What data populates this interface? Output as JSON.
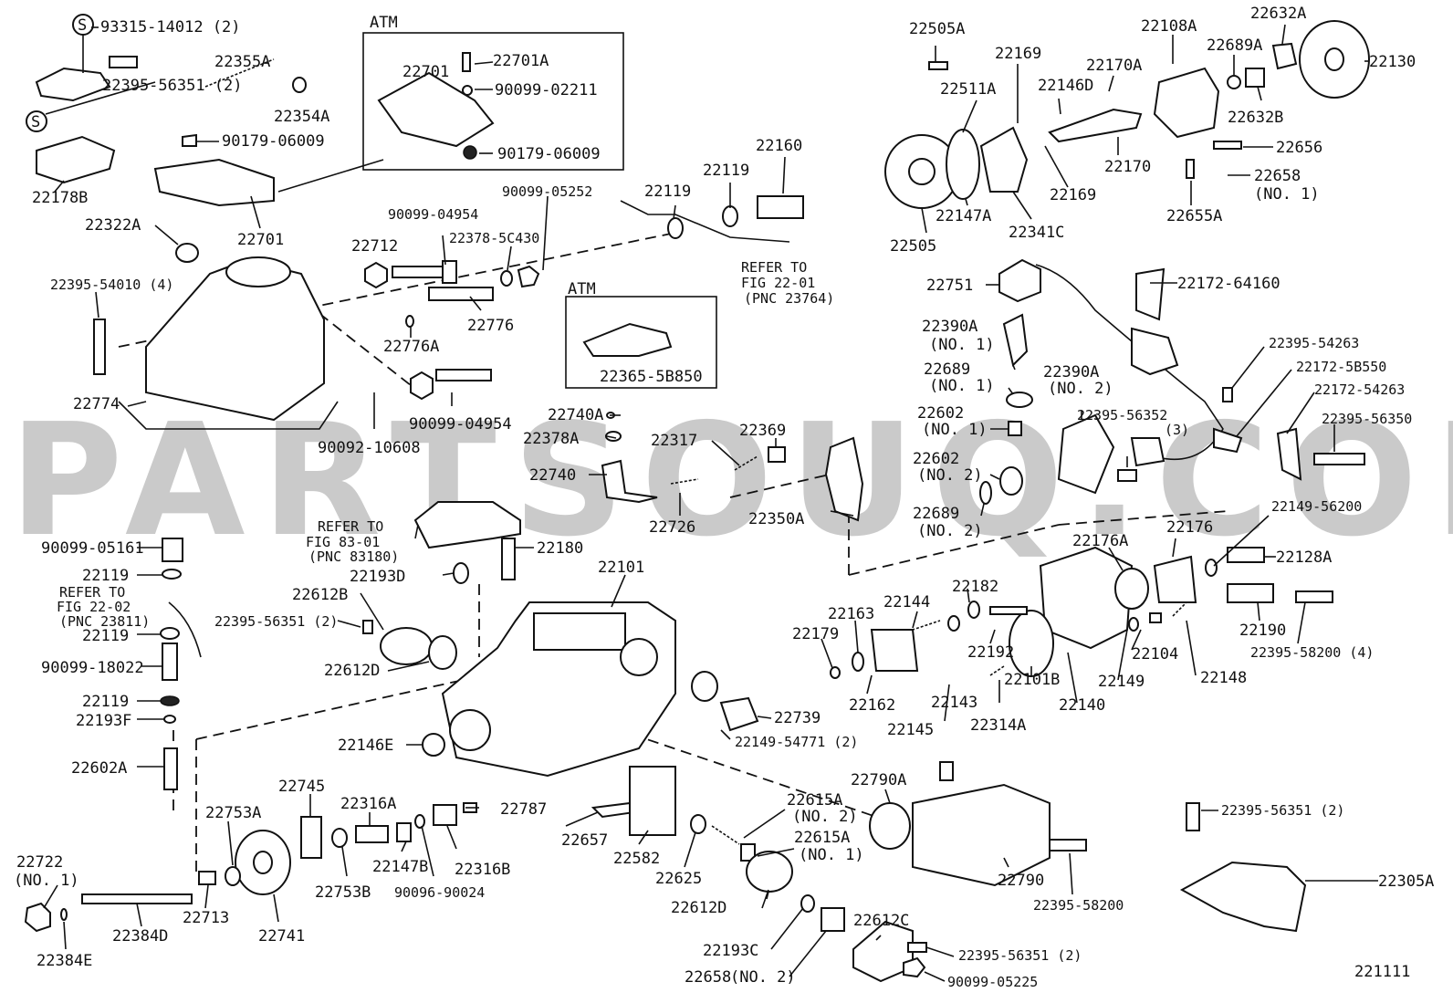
{
  "watermark": "PARTSOUQ.COM",
  "figure_number": "221111",
  "boxes": {
    "atm_top": "ATM",
    "atm_mid": "ATM"
  },
  "labels": {
    "p93315": "93315-14012 (2)",
    "p22355A": "22355A",
    "p22395_56351_2a": "22395-56351 (2)",
    "p22354A": "22354A",
    "p90179_a": "90179-06009",
    "p22178B": "22178B",
    "p22322A": "22322A",
    "p22701_a": "22701",
    "p22701": "22701",
    "p22701A": "22701A",
    "p90099_02211": "90099-02211",
    "p90179_b": "90179-06009",
    "p22395_54010": "22395-54010 (4)",
    "p22774": "22774",
    "p22712": "22712",
    "p90099_04954_a": "90099-04954",
    "p22378_5C430": "22378-5C430",
    "p90099_05252": "90099-05252",
    "p22776": "22776",
    "p22776A": "22776A",
    "p90099_04954_b": "90099-04954",
    "p90092_10608": "90092-10608",
    "p22119_a": "22119",
    "p22119_b": "22119",
    "p22160": "22160",
    "ref1_l1": "REFER TO",
    "ref1_l2": "FIG 22-01",
    "ref1_l3": "(PNC 23764)",
    "p22365": "22365-5B850",
    "p22505A": "22505A",
    "p22511A": "22511A",
    "p22169_a": "22169",
    "p22146D": "22146D",
    "p22170A": "22170A",
    "p22108A": "22108A",
    "p22689A": "22689A",
    "p22632A": "22632A",
    "p22130": "22130",
    "p22632B": "22632B",
    "p22656": "22656",
    "p22658": "22658",
    "p22658_no1": "(NO. 1)",
    "p22655A": "22655A",
    "p22170": "22170",
    "p22169_b": "22169",
    "p22505": "22505",
    "p22147A": "22147A",
    "p22341C": "22341C",
    "p22751": "22751",
    "p22172_64160": "22172-64160",
    "p22390A_1": "22390A",
    "p22390A_1n": "(NO. 1)",
    "p22689_1": "22689",
    "p22689_1n": "(NO. 1)",
    "p22602_1": "22602",
    "p22602_1n": "(NO. 1)",
    "p22602_2": "22602",
    "p22602_2n": "(NO. 2)",
    "p22689_2": "22689",
    "p22689_2n": "(NO. 2)",
    "p22390A_2": "22390A",
    "p22390A_2n": "(NO. 2)",
    "p22395_56352": "22395-56352",
    "p22395_56352n": "(3)",
    "p22395_54263": "22395-54263",
    "p22172_5B550": "22172-5B550",
    "p22172_54263": "22172-54263",
    "p22395_56350": "22395-56350",
    "p22149_56200": "22149-56200",
    "p22350A": "22350A",
    "p22740A": "22740A",
    "p22378A": "22378A",
    "p22317": "22317",
    "p22369": "22369",
    "p22740": "22740",
    "p22726": "22726",
    "ref2_l1": "REFER TO",
    "ref2_l2": "FIG 83-01",
    "ref2_l3": "(PNC 83180)",
    "p22180": "22180",
    "p22193D": "22193D",
    "p22101": "22101",
    "p22612B": "22612B",
    "p22395_56351_2b": "22395-56351 (2)",
    "p22612D_a": "22612D",
    "p90099_05161": "90099-05161",
    "p22119_c": "22119",
    "ref3_l1": "REFER TO",
    "ref3_l2": "FIG 22-02",
    "ref3_l3": "(PNC 23811)",
    "p22119_d": "22119",
    "p90099_18022": "90099-18022",
    "p22119_e": "22119",
    "p22193F": "22193F",
    "p22602A": "22602A",
    "p22176A": "22176A",
    "p22176": "22176",
    "p22128A": "22128A",
    "p22182": "22182",
    "p22144": "22144",
    "p22163": "22163",
    "p22179": "22179",
    "p22192": "22192",
    "p22101B": "22101B",
    "p22104": "22104",
    "p22148": "22148",
    "p22190": "22190",
    "p22395_58200_4": "22395-58200 (4)",
    "p22149": "22149",
    "p22162": "22162",
    "p22143": "22143",
    "p22314A": "22314A",
    "p22140": "22140",
    "p22145": "22145",
    "p22739": "22739",
    "p22149_54771": "22149-54771 (2)",
    "p22146E": "22146E",
    "p22745": "22745",
    "p22316A": "22316A",
    "p22787": "22787",
    "p22753A": "22753A",
    "p22615A_2": "22615A",
    "p22615A_2n": "(NO. 2)",
    "p22615A_1": "22615A",
    "p22615A_1n": "(NO. 1)",
    "p22790A": "22790A",
    "p22657": "22657",
    "p22582": "22582",
    "p22147B": "22147B",
    "p22316B": "22316B",
    "p22753B": "22753B",
    "p90096_90024": "90096-90024",
    "p22625": "22625",
    "p22790": "22790",
    "p22395_58200": "22395-58200",
    "p22722": "22722",
    "p22722n": "(NO. 1)",
    "p22713": "22713",
    "p22741": "22741",
    "p22384D": "22384D",
    "p22384E": "22384E",
    "p22612D_b": "22612D",
    "p22612C": "22612C",
    "p22193C": "22193C",
    "p22395_56351_2c": "22395-56351 (2)",
    "p22658_2": "22658",
    "p22658_2n": "(NO. 2)",
    "p90099_05225": "90099-05225",
    "p22395_56351_2d": "22395-56351 (2)",
    "p22305A": "22305A",
    "s_symbol_a": "S",
    "s_symbol_b": "S"
  }
}
